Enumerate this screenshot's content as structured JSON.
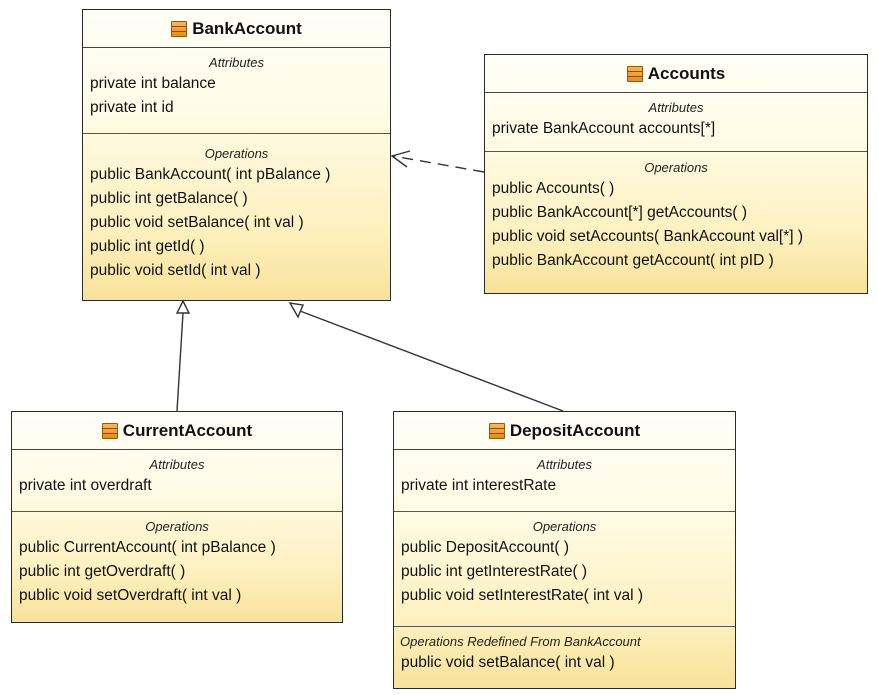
{
  "classes": {
    "bank_account": {
      "name": "BankAccount",
      "attributes_title": "Attributes",
      "attributes": [
        "private int balance",
        "private int id"
      ],
      "operations_title": "Operations",
      "operations": [
        "public BankAccount( int pBalance )",
        "public int  getBalance( )",
        "public void  setBalance( int val )",
        "public int  getId( )",
        "public void  setId( int val )"
      ]
    },
    "accounts": {
      "name": "Accounts",
      "attributes_title": "Attributes",
      "attributes": [
        "private BankAccount accounts[*]"
      ],
      "operations_title": "Operations",
      "operations": [
        "public Accounts( )",
        "public BankAccount[*]  getAccounts( )",
        "public void  setAccounts( BankAccount val[*] )",
        "public BankAccount  getAccount( int pID )"
      ]
    },
    "current_account": {
      "name": "CurrentAccount",
      "attributes_title": "Attributes",
      "attributes": [
        "private int overdraft"
      ],
      "operations_title": "Operations",
      "operations": [
        "public CurrentAccount( int pBalance )",
        "public int  getOverdraft( )",
        "public void  setOverdraft( int val )"
      ]
    },
    "deposit_account": {
      "name": "DepositAccount",
      "attributes_title": "Attributes",
      "attributes": [
        "private int interestRate"
      ],
      "operations_title": "Operations",
      "operations": [
        "public DepositAccount( )",
        "public int  getInterestRate( )",
        "public void  setInterestRate( int val )"
      ],
      "redefined_title": "Operations Redefined From BankAccount",
      "redefined": [
        "public void  setBalance( int val )"
      ]
    }
  },
  "relationships": [
    {
      "type": "dependency",
      "from": "Accounts",
      "to": "BankAccount"
    },
    {
      "type": "generalization",
      "from": "CurrentAccount",
      "to": "BankAccount"
    },
    {
      "type": "generalization",
      "from": "DepositAccount",
      "to": "BankAccount"
    }
  ],
  "colors": {
    "fill_top": "#fffff8",
    "fill_bottom": "#f8e29a",
    "border": "#2a2a2a",
    "icon": "#e98a1a"
  }
}
